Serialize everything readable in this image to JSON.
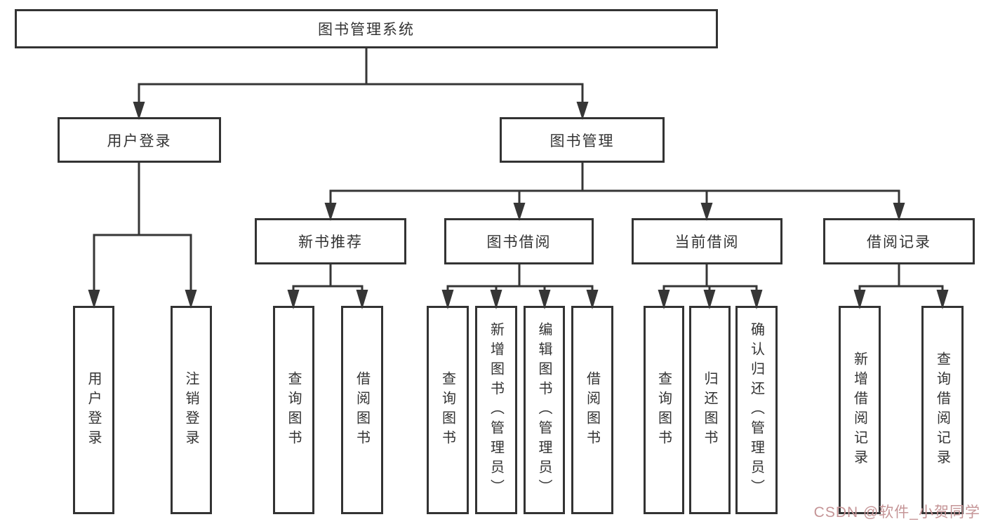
{
  "diagram": {
    "root": {
      "label": "图书管理系统"
    },
    "branches": [
      {
        "label": "用户登录",
        "children": [
          {
            "label": "用户登录"
          },
          {
            "label": "注销登录"
          }
        ]
      },
      {
        "label": "图书管理",
        "groups": [
          {
            "label": "新书推荐",
            "children": [
              {
                "label": "查询图书"
              },
              {
                "label": "借阅图书"
              }
            ]
          },
          {
            "label": "图书借阅",
            "children": [
              {
                "label": "查询图书"
              },
              {
                "label": "新增图书（管理员）"
              },
              {
                "label": "编辑图书（管理员）"
              },
              {
                "label": "借阅图书"
              }
            ]
          },
          {
            "label": "当前借阅",
            "children": [
              {
                "label": "查询图书"
              },
              {
                "label": "归还图书"
              },
              {
                "label": "确认归还（管理员）"
              }
            ]
          },
          {
            "label": "借阅记录",
            "children": [
              {
                "label": "新增借阅记录"
              },
              {
                "label": "查询借阅记录"
              }
            ]
          }
        ]
      }
    ],
    "watermark": "CSDN @软件_小贺同学",
    "colors": {
      "line": "#363636",
      "border": "#333333",
      "text": "#333333",
      "watermark": "#c59597",
      "background": "#ffffff"
    }
  }
}
